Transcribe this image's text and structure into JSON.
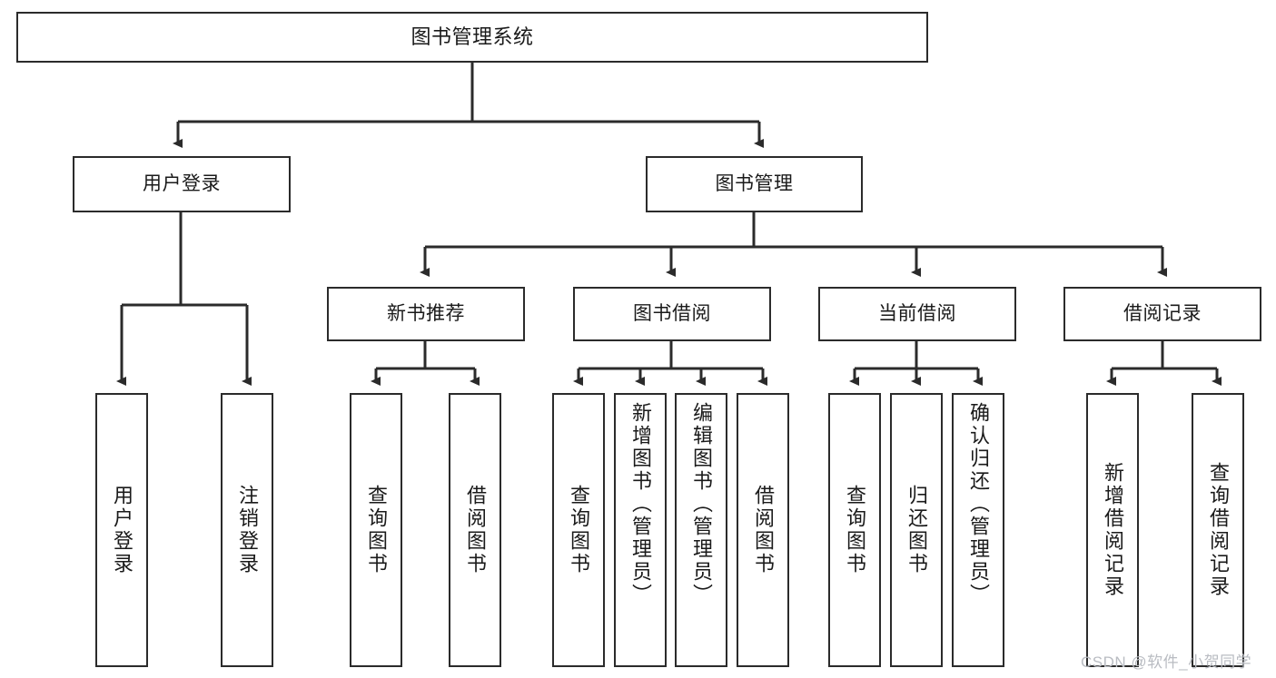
{
  "diagram": {
    "title": "图书管理系统",
    "root": {
      "label": "图书管理系统"
    },
    "level2": [
      {
        "label": "用户登录"
      },
      {
        "label": "图书管理"
      }
    ],
    "level3": [
      {
        "label": "新书推荐"
      },
      {
        "label": "图书借阅"
      },
      {
        "label": "当前借阅"
      },
      {
        "label": "借阅记录"
      }
    ],
    "leaves": {
      "user_login": [
        {
          "label": "用户登录"
        },
        {
          "label": "注销登录"
        }
      ],
      "new_book": [
        {
          "label": "查询图书"
        },
        {
          "label": "借阅图书"
        }
      ],
      "book_borrow": [
        {
          "label": "查询图书"
        },
        {
          "label": "新增图书（管理员）"
        },
        {
          "label": "编辑图书（管理员）"
        },
        {
          "label": "借阅图书"
        }
      ],
      "current_borrow": [
        {
          "label": "查询图书"
        },
        {
          "label": "归还图书"
        },
        {
          "label": "确认归还（管理员）"
        }
      ],
      "borrow_record": [
        {
          "label": "新增借阅记录"
        },
        {
          "label": "查询借阅记录"
        }
      ]
    }
  },
  "watermark": {
    "text": "CSDN @软件_小贺同学"
  },
  "colors": {
    "stroke": "#2b2b2b",
    "background": "#ffffff",
    "text": "#1a1a1a",
    "watermark": "#b9bcc2"
  }
}
